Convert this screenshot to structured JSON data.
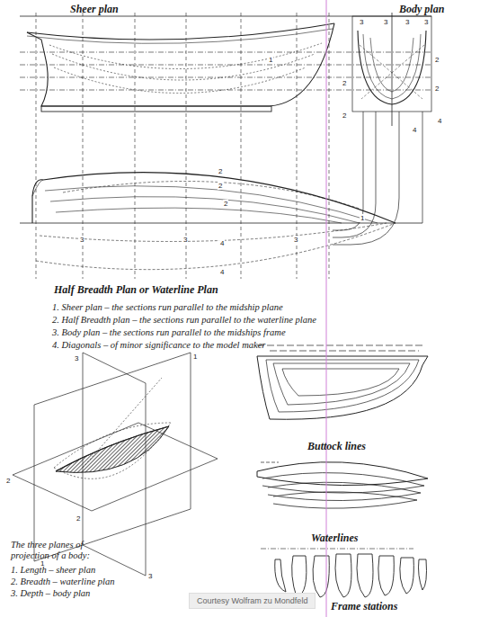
{
  "diagram": {
    "labels": [
      "Sheer plan",
      "Body plan",
      "1",
      "2",
      "2",
      "3",
      "3",
      "3",
      "3",
      "2",
      "2",
      "4",
      "4",
      "3",
      "3",
      "3",
      "1",
      "2",
      "2",
      "2",
      "4",
      "4",
      "Half Breadth Plan or Waterline Plan",
      "1. Sheer plan – the sections run parallel to the midship plane",
      "2. Half Breadth plan – the sections run parallel to the waterline plane",
      "3. Body plan – the sections run parallel to the midships frame",
      "4. Diagonals – of minor significance to the model maker",
      "3",
      "1",
      "2",
      "2",
      "1",
      "3",
      "The three planes of projection of a body:",
      "1. Length – sheer plan",
      "2. Breadth – waterline plan",
      "3. Depth – body plan",
      "Buttock lines",
      "Waterlines",
      "Frame stations",
      "Courtesy Wolfram zu Mondfeld"
    ]
  }
}
